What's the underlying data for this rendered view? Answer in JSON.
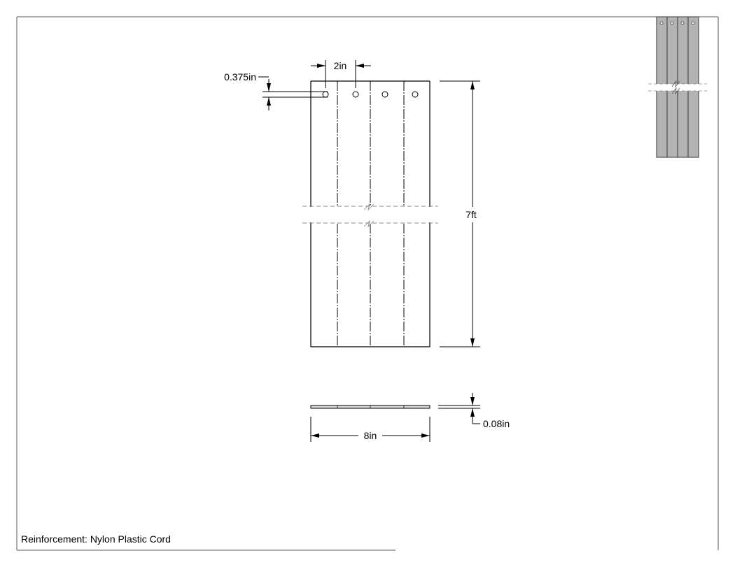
{
  "colors": {
    "line": "#000000",
    "frame": "#555555",
    "break_line": "#888888",
    "preview_fill": "#b3b3b3",
    "preview_stroke": "#333333"
  },
  "dimensions": {
    "hole_spacing": "2in",
    "hole_diameter": "0.375in",
    "length": "7ft",
    "width": "8in",
    "thickness": "0.08in"
  },
  "notes": {
    "reinforcement": "Reinforcement: Nylon Plastic Cord"
  }
}
